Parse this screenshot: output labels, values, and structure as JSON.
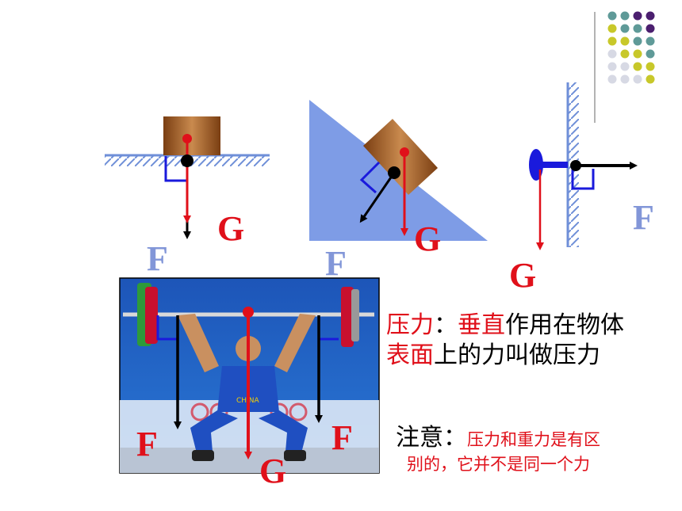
{
  "labels": {
    "g": "G",
    "f": "F"
  },
  "definition": {
    "term": "压力",
    "colon": "：",
    "red1": "垂直",
    "black1": "作用在物体",
    "red2": "表面",
    "black2": "上的力叫做压力"
  },
  "note": {
    "title": "注意：",
    "text_line1": "压力和重力是有区",
    "text_line2": "别的，它并不是同一个力"
  },
  "photo": {
    "jersey_text": "CHINA"
  },
  "colors": {
    "gravity": "#e0101a",
    "pressure": "#000000",
    "angle_mark": "#1a1adc",
    "label_f": "#8296d8",
    "label_g": "#e0101a",
    "surface": "#6f8fd8",
    "incline": "#7e9ce6",
    "block": "#a0602a"
  }
}
